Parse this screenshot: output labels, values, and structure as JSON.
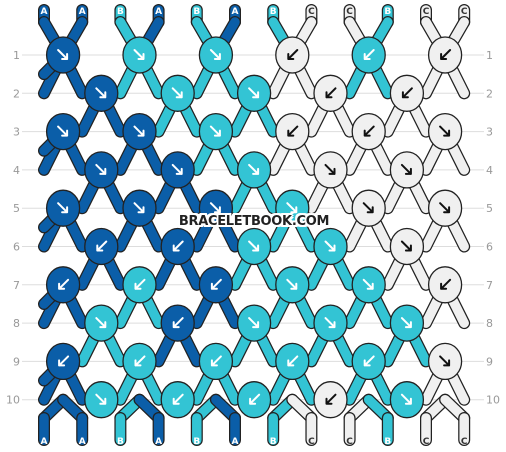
{
  "watermark": "BRACELETBOOK.COM",
  "colors": {
    "A": "#0b5ea8",
    "B": "#33c4d4",
    "C": "#f0f0f0",
    "grid_line": "#dddddd",
    "row_label": "#999999",
    "outline": "#222222"
  },
  "strands_top": [
    "A",
    "A",
    "B",
    "A",
    "B",
    "A",
    "B",
    "C",
    "C",
    "B",
    "C",
    "C"
  ],
  "strands_bottom": [
    "A",
    "A",
    "B",
    "A",
    "B",
    "A",
    "B",
    "C",
    "C",
    "B",
    "C",
    "C"
  ],
  "row_labels": [
    "1",
    "2",
    "3",
    "4",
    "5",
    "6",
    "7",
    "8",
    "9",
    "10"
  ],
  "knots": [
    [
      [
        "A",
        "se"
      ],
      [
        "B",
        "se"
      ],
      [
        "B",
        "se"
      ],
      [
        "C",
        "sw"
      ],
      [
        "B",
        "sw"
      ],
      [
        "C",
        "sw"
      ]
    ],
    [
      [
        "A",
        "se"
      ],
      [
        "B",
        "se"
      ],
      [
        "B",
        "se"
      ],
      [
        "C",
        "sw"
      ],
      [
        "C",
        "sw"
      ]
    ],
    [
      [
        "A",
        "se"
      ],
      [
        "A",
        "se"
      ],
      [
        "B",
        "se"
      ],
      [
        "C",
        "sw"
      ],
      [
        "C",
        "sw"
      ],
      [
        "C",
        "se"
      ]
    ],
    [
      [
        "A",
        "se"
      ],
      [
        "A",
        "se"
      ],
      [
        "B",
        "se"
      ],
      [
        "C",
        "se"
      ],
      [
        "C",
        "se"
      ]
    ],
    [
      [
        "A",
        "se"
      ],
      [
        "A",
        "se"
      ],
      [
        "A",
        "se"
      ],
      [
        "B",
        "se"
      ],
      [
        "C",
        "se"
      ],
      [
        "C",
        "se"
      ]
    ],
    [
      [
        "A",
        "sw"
      ],
      [
        "A",
        "sw"
      ],
      [
        "B",
        "se"
      ],
      [
        "B",
        "se"
      ],
      [
        "C",
        "se"
      ]
    ],
    [
      [
        "A",
        "sw"
      ],
      [
        "B",
        "sw"
      ],
      [
        "A",
        "sw"
      ],
      [
        "B",
        "se"
      ],
      [
        "B",
        "se"
      ],
      [
        "C",
        "sw"
      ]
    ],
    [
      [
        "B",
        "se"
      ],
      [
        "A",
        "sw"
      ],
      [
        "B",
        "se"
      ],
      [
        "B",
        "se"
      ],
      [
        "B",
        "se"
      ]
    ],
    [
      [
        "A",
        "sw"
      ],
      [
        "B",
        "sw"
      ],
      [
        "B",
        "sw"
      ],
      [
        "B",
        "sw"
      ],
      [
        "B",
        "sw"
      ],
      [
        "C",
        "se"
      ]
    ],
    [
      [
        "B",
        "se"
      ],
      [
        "B",
        "sw"
      ],
      [
        "B",
        "sw"
      ],
      [
        "C",
        "sw"
      ],
      [
        "B",
        "se"
      ]
    ]
  ]
}
